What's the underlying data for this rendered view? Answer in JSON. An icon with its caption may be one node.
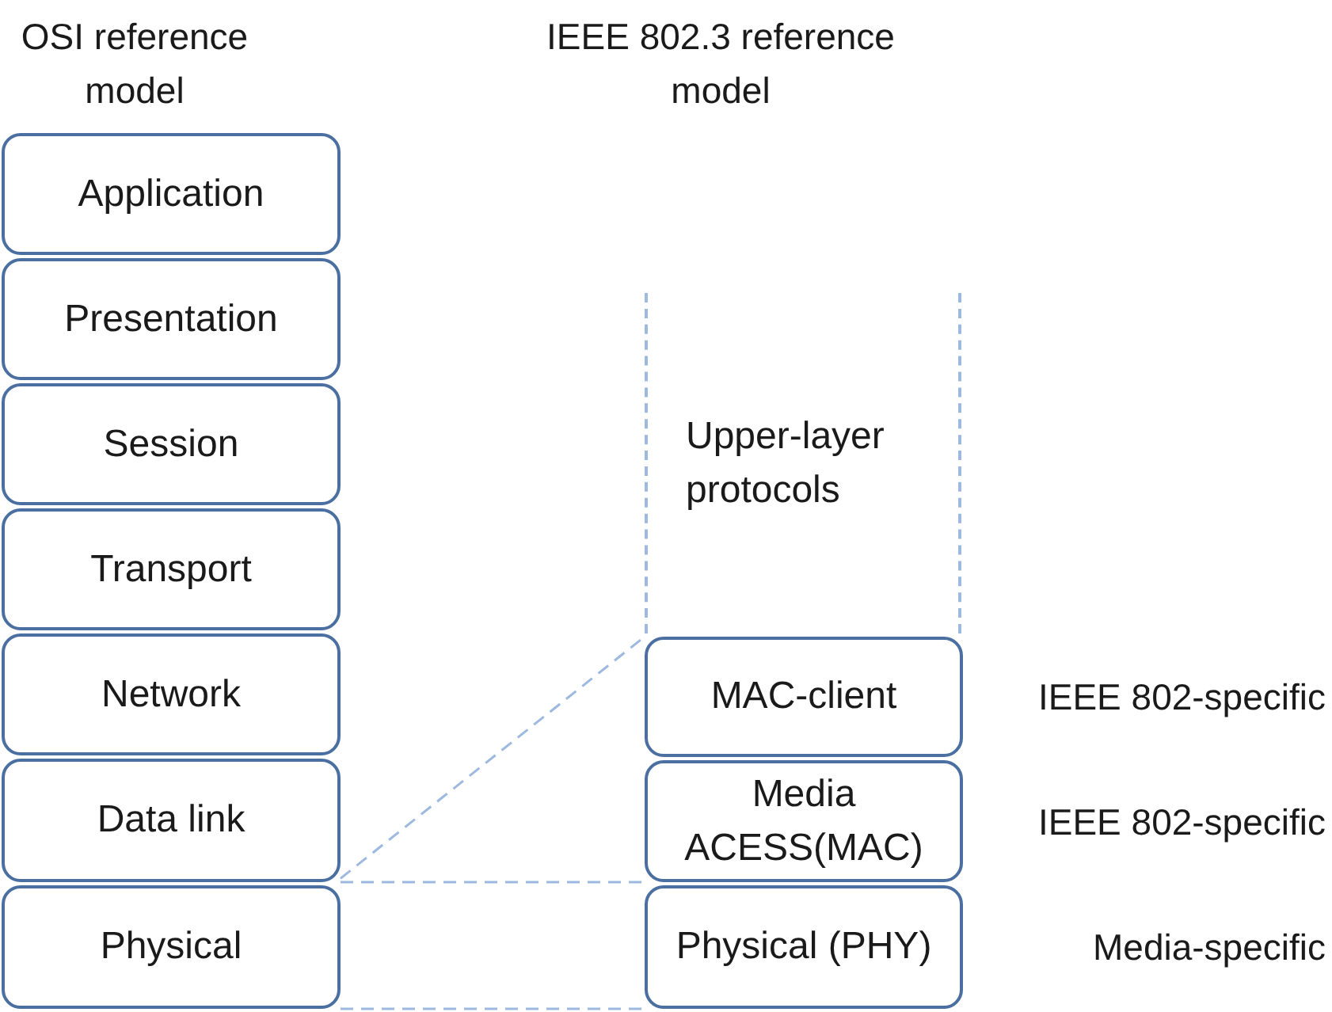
{
  "diagram": {
    "nodes": [
      {
        "text": [
          "Application"
        ]
      },
      {
        "text": [
          "Presentation"
        ]
      },
      {
        "text": [
          "Session"
        ]
      },
      {
        "text": [
          "Transport"
        ]
      },
      {
        "text": [
          "Network"
        ]
      },
      {
        "text": [
          "Data link"
        ]
      },
      {
        "text": [
          "Physical"
        ]
      },
      {
        "text": [
          "Upper-layer protocols"
        ]
      },
      {
        "text": [
          "MAC-client"
        ],
        "beside": [
          "IEEE 802-specific"
        ]
      },
      {
        "text": [
          "Media ACESS(MAC)"
        ],
        "beside": [
          "IEEE 802-specific"
        ]
      },
      {
        "text": [
          "Physical (PHY)"
        ],
        "beside": [
          "Media-specific"
        ]
      }
    ],
    "edges": [
      {
        "from": 5,
        "to": 8,
        "arrow": "none",
        "style": "dashed"
      },
      {
        "from": 5,
        "to": 9,
        "arrow": "none",
        "style": "dashed"
      },
      {
        "from": 6,
        "to": 10,
        "arrow": "none",
        "style": "dashed"
      }
    ],
    "labels": [
      "OSI reference model",
      "IEEE 802.3 reference model"
    ]
  }
}
